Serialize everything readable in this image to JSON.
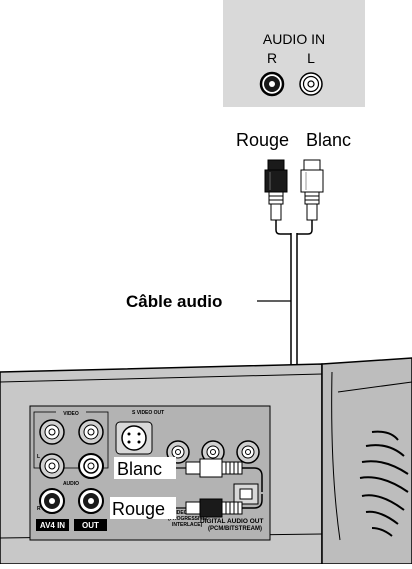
{
  "tv_panel": {
    "title": "AUDIO IN",
    "right_label": "R",
    "left_label": "L"
  },
  "plug_labels": {
    "red": "Rouge",
    "white": "Blanc"
  },
  "cable_label": "Câble audio",
  "recorder": {
    "video_group": "VIDEO",
    "audio_group": "AUDIO",
    "svideo_out": "S VIDEO OUT",
    "av4_in": "AV4 IN",
    "out": "OUT",
    "component_out_lines": [
      "VIDEO OUT",
      "(PROGRESSIVE/",
      "INTERLACE)"
    ],
    "digital_audio_out": "DIGITAL AUDIO OUT",
    "digital_audio_out_sub": "(PCM/BITSTREAM)",
    "left_marker": "L",
    "right_marker": "R"
  },
  "callouts": {
    "white": "Blanc",
    "red": "Rouge"
  },
  "colors": {
    "tv_panel_bg": "#d9d9d9",
    "recorder_body": "#c8c8c8",
    "recorder_panel": "#b3b3b3",
    "callout_bg": "#ffffff"
  }
}
